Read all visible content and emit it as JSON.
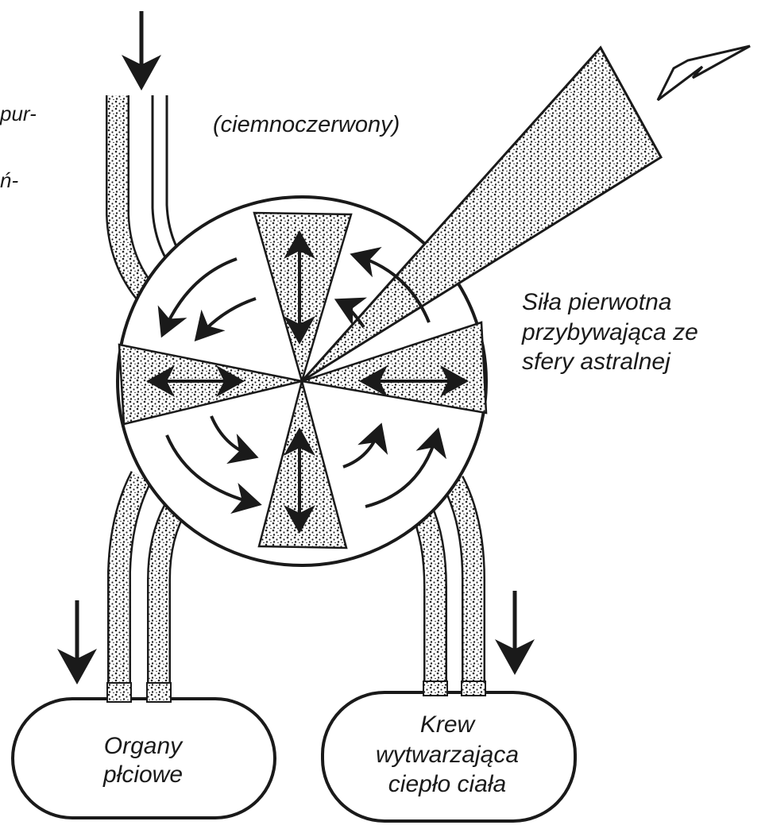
{
  "labels": {
    "color_note": "(ciemnoczerwony)",
    "primal_force": {
      "line1": "Siła pierwotna",
      "line2": "przybywająca ze",
      "line3": "sfery astralnej"
    },
    "cut_left_1": "pur-",
    "cut_left_2": "ń-"
  },
  "boxes": {
    "left": {
      "line1": "Organy",
      "line2": "płciowe"
    },
    "right": {
      "line1": "Krew",
      "line2": "wytwarzająca",
      "line3": "ciepło ciała"
    }
  },
  "colors": {
    "ink": "#1a1a1a",
    "stipple": "#222222",
    "background": "#ffffff"
  }
}
